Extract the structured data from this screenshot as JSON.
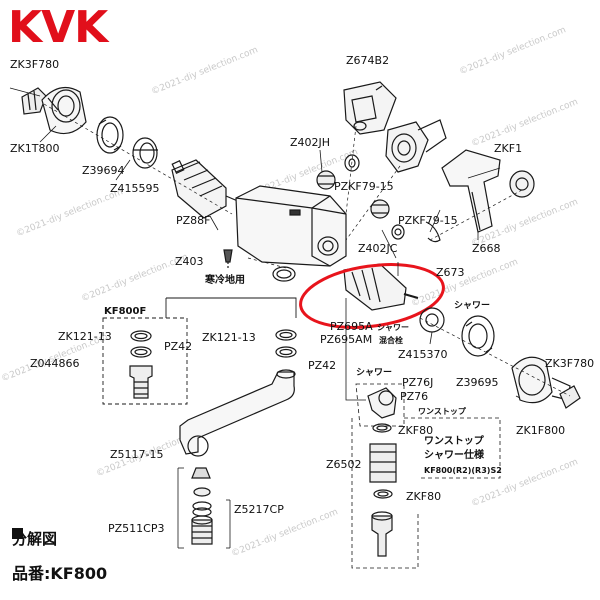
{
  "brand": "KVK",
  "watermark": "©2021-diy selection.com",
  "parts": {
    "zk3f780_top": "ZK3F780",
    "zk1t800": "ZK1T800",
    "z39694": "Z39694",
    "z415595": "Z415595",
    "pz88f": "PZ88F",
    "z674b2": "Z674B2",
    "z402jh": "Z402JH",
    "pzkf79_15_a": "PZKF79-15",
    "zkf1": "ZKF1",
    "pzkf79_15_b": "PZKF79-15",
    "z402jc": "Z402JC",
    "z668": "Z668",
    "z673": "Z673",
    "z403": "Z403",
    "kanrei": "寒冷地用",
    "kf800f": "KF800F",
    "zk121_13_left": "ZK121-13",
    "pz42_left": "PZ42",
    "z044866": "Z044866",
    "zk121_13_mid": "ZK121-13",
    "pz42_mid": "PZ42",
    "pz695a": "PZ695A",
    "shower_a": "シャワー",
    "pz695am": "PZ695AM",
    "kongou": "混合栓",
    "z415370": "Z415370",
    "shower_right": "シャワー",
    "z39695": "Z39695",
    "zk3f780_right": "ZK3F780",
    "zk1f800": "ZK1F800",
    "shower_b": "シャワー",
    "pz76j": "PZ76J",
    "pz76": "PZ76",
    "onestop_small": "ワンストップ",
    "zkf80_a": "ZKF80",
    "onestop_shower_1": "ワンストップ",
    "onestop_shower_2": "シャワー仕様",
    "kf800_models": "KF800(R2)(R3)S2",
    "z6502": "Z6502",
    "zkf80_b": "ZKF80",
    "z5117_15": "Z5117-15",
    "z5217cp": "Z5217CP",
    "pz511cp3": "PZ511CP3"
  },
  "legend": {
    "title": "分解図",
    "model": "品番:KF800"
  },
  "colors": {
    "brand": "#e10f1b",
    "highlight_ring": "#e8141c",
    "line": "#1a1a1a",
    "watermark": "#c9c9c9"
  }
}
